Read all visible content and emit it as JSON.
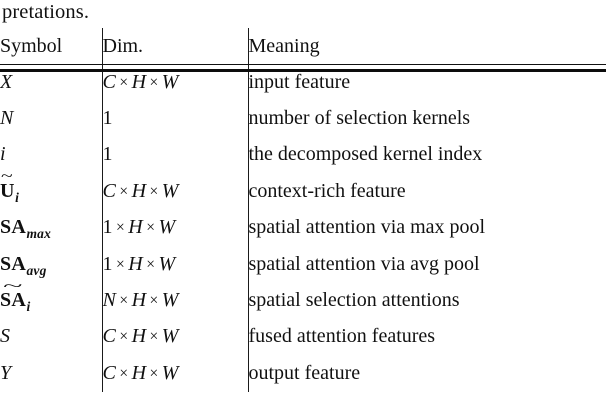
{
  "paragraph_fragment": "pretations.",
  "table": {
    "headers": [
      "Symbol",
      "Dim.",
      "Meaning"
    ],
    "rows": [
      {
        "symbol_text": "X",
        "symbol_kind": "italic",
        "dim_text": "C × H × W",
        "dim_parts": [
          "C",
          "H",
          "W"
        ],
        "meaning": "input feature"
      },
      {
        "symbol_text": "N",
        "symbol_kind": "italic",
        "dim_text": "1",
        "dim_parts": [
          "1"
        ],
        "meaning": "number of selection kernels"
      },
      {
        "symbol_text": "i",
        "symbol_kind": "italic",
        "dim_text": "1",
        "dim_parts": [
          "1"
        ],
        "meaning": "the decomposed kernel index"
      },
      {
        "symbol_text": "U",
        "symbol_kind": "bold-tilde-sub",
        "symbol_subscript": "i",
        "dim_text": "C × H × W",
        "dim_parts": [
          "C",
          "H",
          "W"
        ],
        "meaning": "context-rich feature"
      },
      {
        "symbol_text": "SA",
        "symbol_kind": "bold-sub",
        "symbol_subscript": "max",
        "dim_text": "1 × H × W",
        "dim_parts": [
          "1",
          "H",
          "W"
        ],
        "meaning": "spatial attention via max pool"
      },
      {
        "symbol_text": "SA",
        "symbol_kind": "bold-sub",
        "symbol_subscript": "avg",
        "dim_text": "1 × H × W",
        "dim_parts": [
          "1",
          "H",
          "W"
        ],
        "meaning": "spatial attention via avg pool"
      },
      {
        "symbol_text": "SA",
        "symbol_kind": "bold-tilde-sub",
        "symbol_subscript": "i",
        "dim_text": "N × H × W",
        "dim_parts": [
          "N",
          "H",
          "W"
        ],
        "meaning": "spatial selection attentions"
      },
      {
        "symbol_text": "S",
        "symbol_kind": "italic",
        "dim_text": "C × H × W",
        "dim_parts": [
          "C",
          "H",
          "W"
        ],
        "meaning": "fused attention features"
      },
      {
        "symbol_text": "Y",
        "symbol_kind": "italic",
        "dim_text": "C × H × W",
        "dim_parts": [
          "C",
          "H",
          "W"
        ],
        "meaning": "output feature"
      }
    ]
  }
}
